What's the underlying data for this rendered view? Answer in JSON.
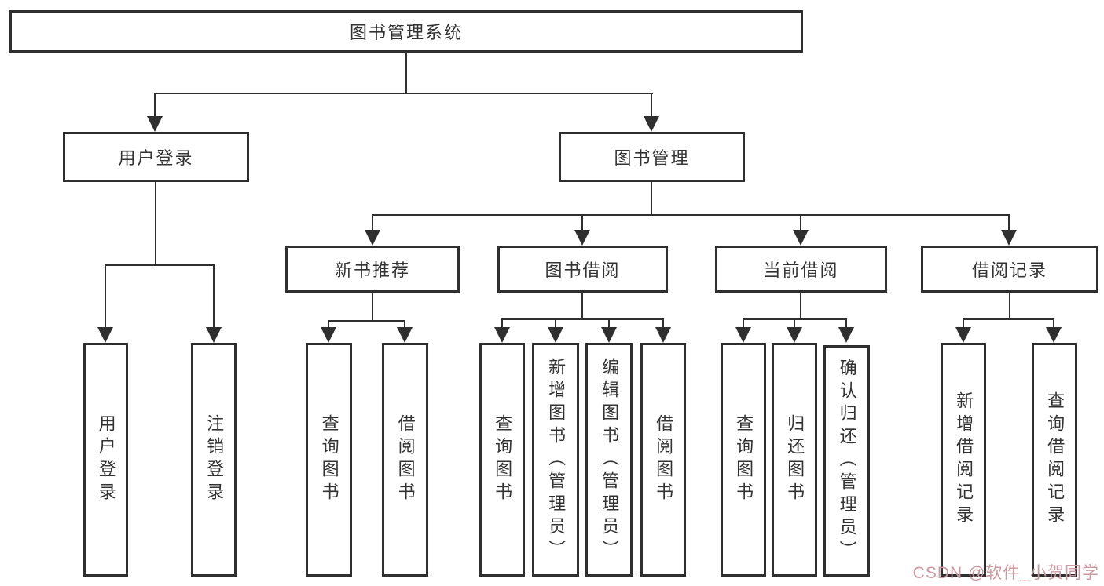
{
  "nodes": {
    "root": {
      "label": "图书管理系统"
    },
    "level2": [
      {
        "label": "用户登录"
      },
      {
        "label": "图书管理"
      }
    ],
    "level3": [
      {
        "label": "新书推荐"
      },
      {
        "label": "图书借阅"
      },
      {
        "label": "当前借阅"
      },
      {
        "label": "借阅记录"
      }
    ],
    "leaves": [
      {
        "label": "用户登录"
      },
      {
        "label": "注销登录"
      },
      {
        "label": "查询图书"
      },
      {
        "label": "借阅图书"
      },
      {
        "label": "查询图书"
      },
      {
        "label": "新增图书（管理员）"
      },
      {
        "label": "编辑图书（管理员）"
      },
      {
        "label": "借阅图书"
      },
      {
        "label": "查询图书"
      },
      {
        "label": "归还图书"
      },
      {
        "label": "确认归还（管理员）"
      },
      {
        "label": "新增借阅记录"
      },
      {
        "label": "查询借阅记录"
      }
    ]
  },
  "watermark": {
    "text": "CSDN @软件_小贺同学"
  },
  "colors": {
    "line": "#2f2f2f",
    "text": "#333333",
    "watermark": "#cc9aa1",
    "background": "#ffffff"
  }
}
